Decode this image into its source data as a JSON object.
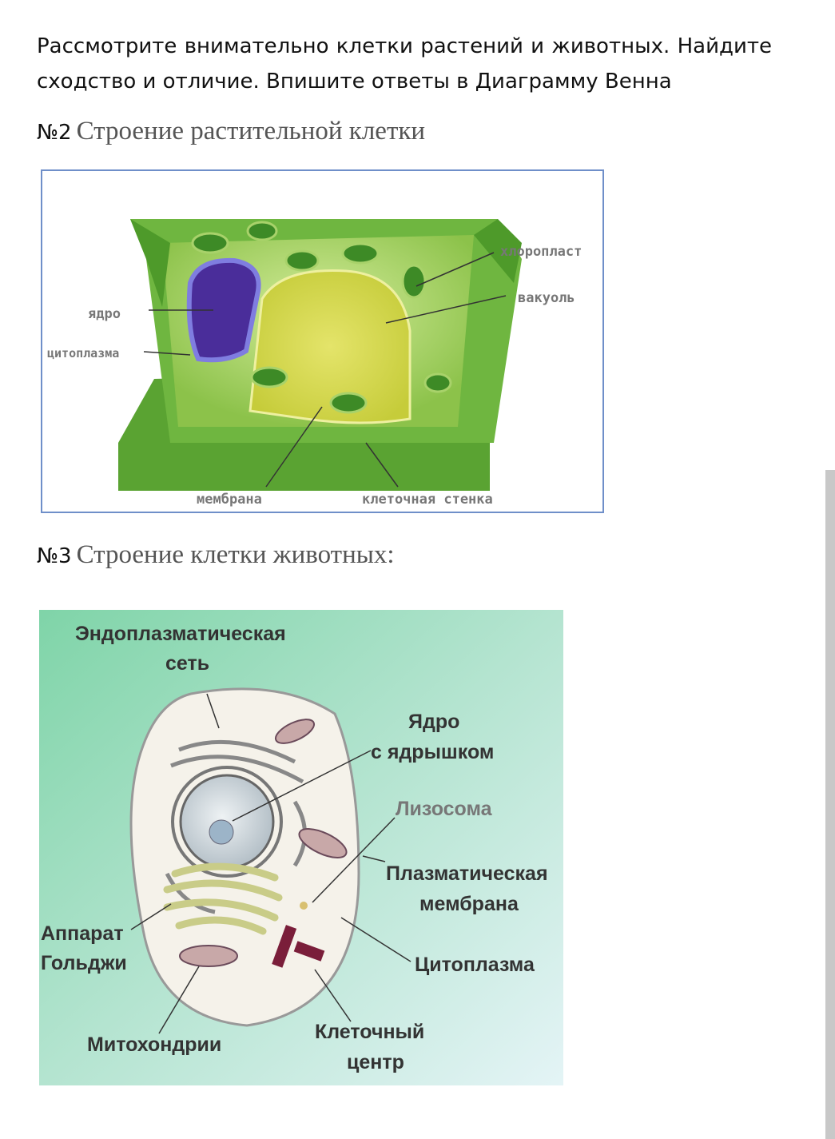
{
  "intro": "Рассмотрите внимательно клетки растений и животных. Найдите сходство и отличие. Впишите ответы в Диаграмму Венна",
  "section2": {
    "number": "№2",
    "title": "Строение растительной клетки"
  },
  "plant_labels": {
    "chloroplast": "хлоропласт",
    "vacuole": "вакуоль",
    "nucleus": "ядро",
    "cytoplasm": "цитоплазма",
    "membrane": "мембрана",
    "cell_wall": "клеточная стенка"
  },
  "section3": {
    "number": "№3",
    "title": "Строение клетки животных:"
  },
  "animal_labels": {
    "er_1": "Эндоплазматическая",
    "er_2": "сеть",
    "nucleus_1": "Ядро",
    "nucleus_2": "с ядрышком",
    "lysosome": "Лизосома",
    "membrane_1": "Плазматическая",
    "membrane_2": "мембрана",
    "golgi_1": "Аппарат",
    "golgi_2": "Гольджи",
    "cytoplasm": "Цитоплазма",
    "mitochondria": "Митохондрии",
    "centrosome_1": "Клеточный",
    "centrosome_2": "центр"
  }
}
